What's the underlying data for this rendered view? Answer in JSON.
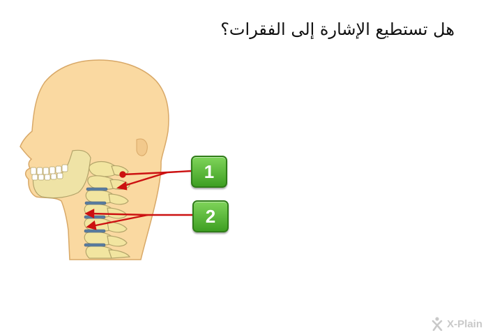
{
  "question": "هل تستطيع الإشارة إلى الفقرات؟",
  "markers": [
    {
      "label": "1"
    },
    {
      "label": "2"
    }
  ],
  "logo": {
    "text": "X-Plain",
    "color": "#c9c9c9"
  },
  "colors": {
    "skin": "#fad9a1",
    "bone": "#f2e5a0",
    "bone_outline": "#b3a46a",
    "disc": "#5a7da0",
    "arrow": "#cc1111",
    "badge": "#4caf2a"
  },
  "icons": [
    "head-neck-illustration",
    "cervical-spine",
    "arrow",
    "xplain-logo-icon"
  ]
}
